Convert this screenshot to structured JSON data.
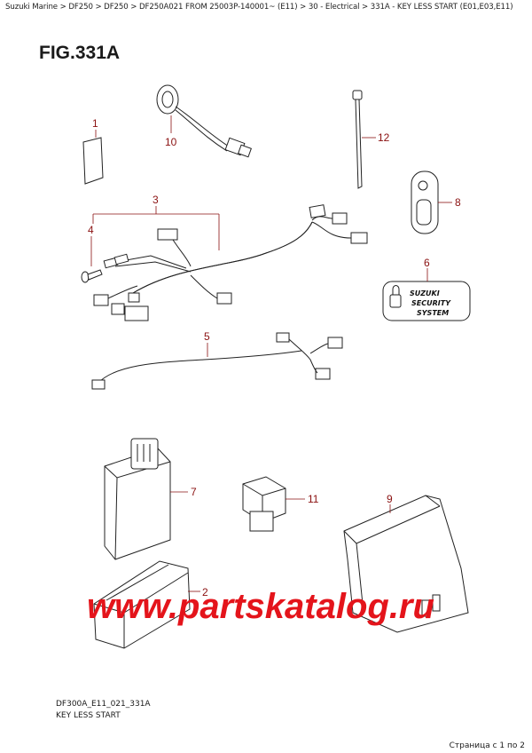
{
  "breadcrumb": "Suzuki Marine > DF250 > DF250 > DF250A021 FROM 25003P-140001~ (E11) > 30 - Electrical > 331A - KEY LESS START (E01,E03,E11)",
  "figure_title": "FIG.331A",
  "callouts": [
    "1",
    "2",
    "3",
    "4",
    "5",
    "6",
    "7",
    "8",
    "9",
    "10",
    "11",
    "12"
  ],
  "security_badge": [
    "SUZUKI",
    "SECURITY",
    "SYSTEM"
  ],
  "watermark": "www.partskatalog.ru",
  "footer": {
    "code": "DF300A_E11_021_331A",
    "name": "KEY LESS START"
  },
  "pager": "Страница с 1 по 2"
}
